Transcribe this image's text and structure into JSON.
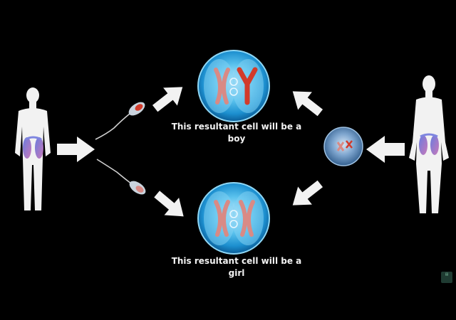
{
  "captions": {
    "boy": {
      "line1": "This resultant cell will be a",
      "line2": "boy"
    },
    "girl": {
      "line1": "This resultant cell will be a",
      "line2": "girl"
    }
  },
  "chromosomes": {
    "boy_cell": [
      "X",
      "Y"
    ],
    "girl_cell": [
      "X",
      "X"
    ],
    "egg": [
      "X"
    ],
    "sperm_top": [
      "Y"
    ],
    "sperm_bottom": [
      "X"
    ]
  },
  "colors": {
    "background": "#000000",
    "body": "#f2f2f2",
    "cell_blue": "#2aa3dc",
    "x_chromosome": "#d98a85",
    "y_chromosome": "#d23b2b",
    "organ_blue": "#4a6fd6",
    "organ_pink": "#c06bb0"
  },
  "icons": [
    "male-figure-icon",
    "female-figure-icon",
    "sperm-icon",
    "egg-cell-icon",
    "zygote-icon",
    "arrow-icon"
  ]
}
